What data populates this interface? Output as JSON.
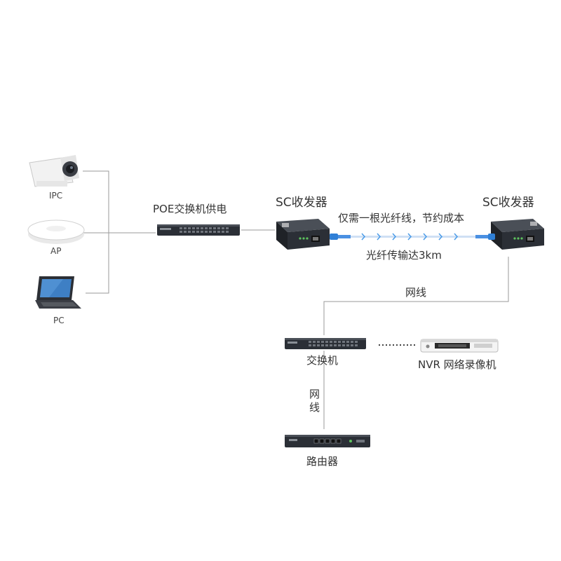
{
  "devices": {
    "ipc": "IPC",
    "ap": "AP",
    "pc": "PC",
    "poe_switch": "POE交换机供电",
    "sc_transceiver_left": "SC收发器",
    "sc_transceiver_right": "SC收发器",
    "switch": "交换机",
    "nvr": "NVR 网络录像机",
    "router": "路由器"
  },
  "fiber": {
    "top_note": "仅需一根光纤线，节约成本",
    "bottom_note": "光纤传输达3km"
  },
  "cables": {
    "network_cable_horizontal": "网线",
    "network_cable_vertical_1": "网",
    "network_cable_vertical_2": "线"
  },
  "colors": {
    "line": "#9a9a9a",
    "fiber_blue": "#2f7fd6",
    "device_dark": "#2b2f36",
    "port_green": "#5ec35e"
  }
}
